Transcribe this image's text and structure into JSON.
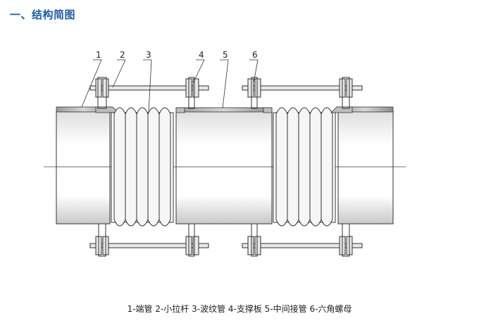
{
  "section_title": "一、结构简图",
  "callouts": [
    "1",
    "2",
    "3",
    "4",
    "5",
    "6"
  ],
  "legend": "1-端管  2-小拉杆  3-波纹管  4-支撑板  5-中间接管  6-六角螺母",
  "colors": {
    "title": "#1f5ea8",
    "line": "#333333",
    "pipe_shade": "#b9b9b9"
  }
}
